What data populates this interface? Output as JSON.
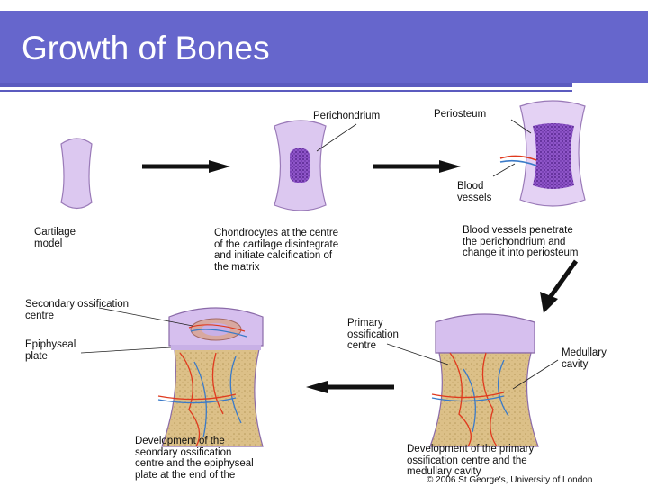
{
  "slide": {
    "title": "Growth of Bones"
  },
  "labels": {
    "perichondrium": "Perichondrium",
    "periosteum": "Periosteum",
    "blood_vessels": "Blood\nvessels",
    "cartilage_model": "Cartilage\nmodel",
    "chondrocytes": "Chondrocytes at the centre\nof the cartilage disintegrate\nand initiate calcification of\nthe matrix",
    "blood_vessels_penetrate": "Blood vessels penetrate\nthe perichondrium and\nchange it into periosteum",
    "secondary_ossification": "Secondary ossification\ncentre",
    "epiphyseal_plate": "Epiphyseal\nplate",
    "primary_ossification": "Primary\nossification\ncentre",
    "medullary_cavity": "Medullary\ncavity",
    "development_secondary": "Development of the\nseondary ossification\ncentre and the epiphyseal\nplate at the end of the",
    "development_primary": "Development of the primary\nossification centre and the\nmedullary cavity"
  },
  "credit": "© 2006 St George's, University of London",
  "colors": {
    "title_bar": "#6666cc",
    "title_text": "#ffffff",
    "cartilage": "#d9c4ee",
    "cartilage_outline": "#8a6aa8",
    "calcified": "#6a2fa0",
    "bone": "#dcc088",
    "artery": "#e03a1e",
    "vein": "#3a7ac8"
  }
}
